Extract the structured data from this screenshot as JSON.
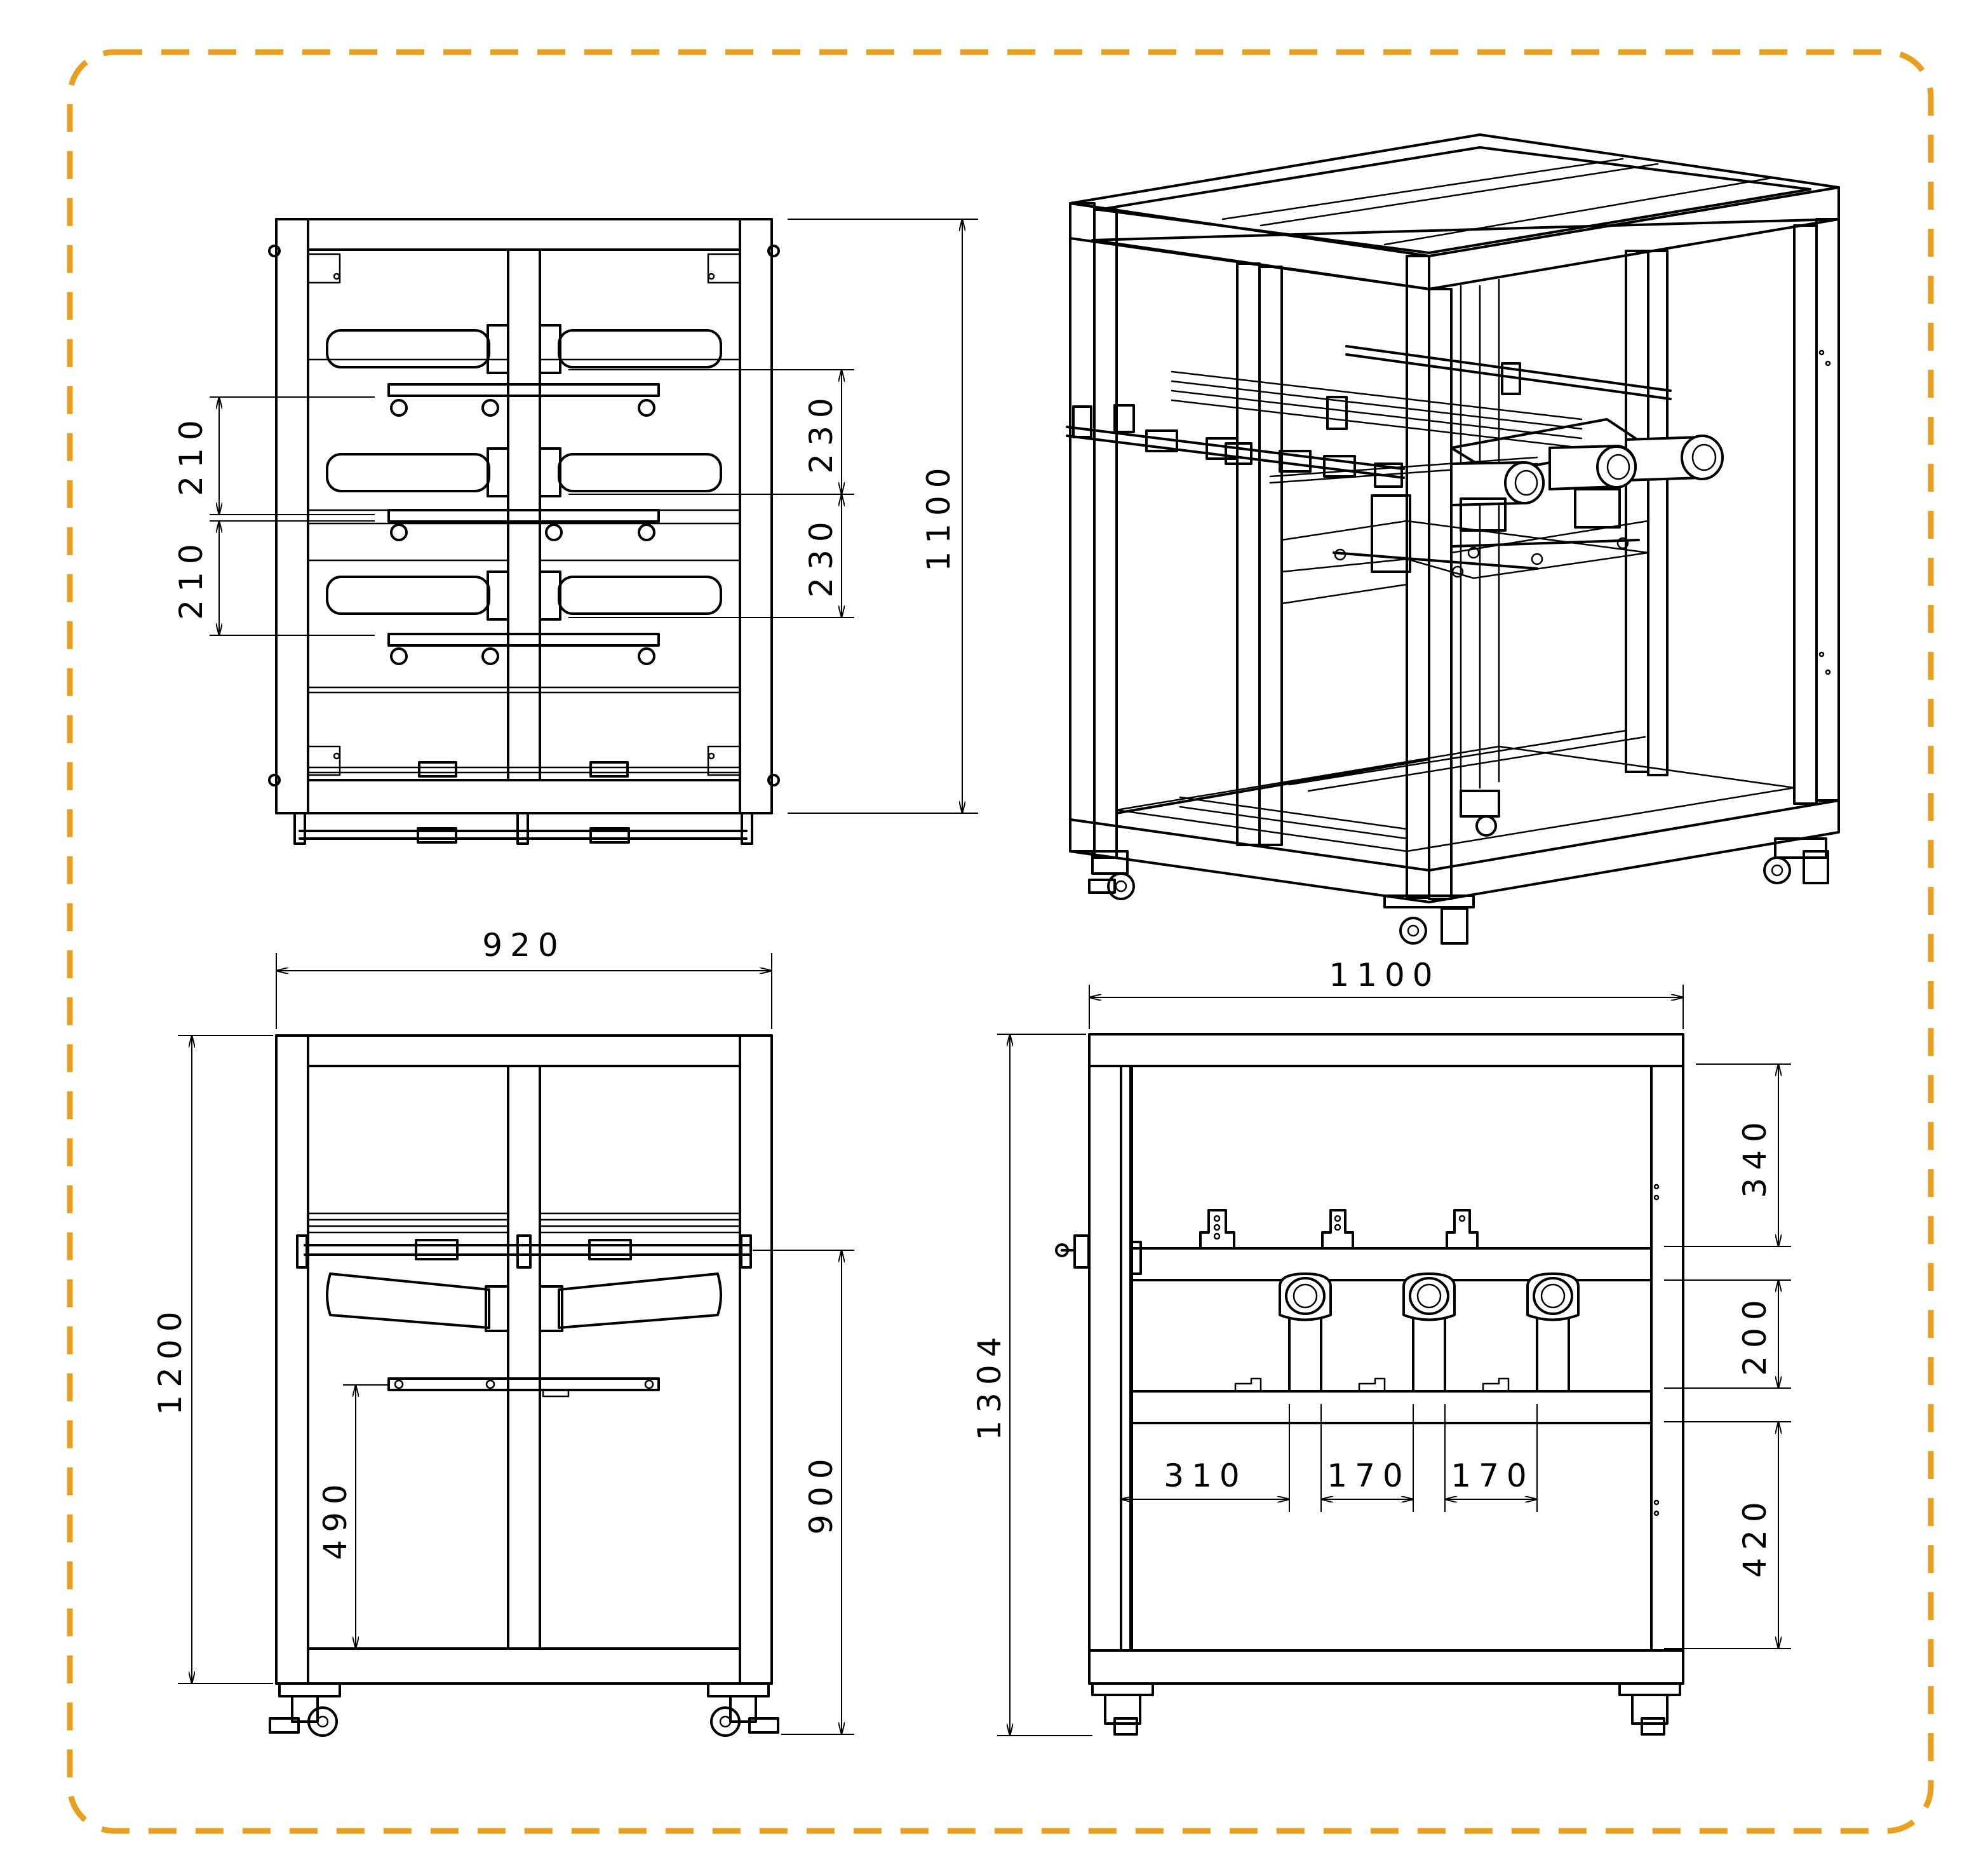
{
  "frame_color": "#E8A020",
  "stroke_color": "#000000",
  "dimensions": {
    "top_pitch_left_1": "210",
    "top_pitch_left_2": "210",
    "top_pitch_right_1": "230",
    "top_pitch_right_2": "230",
    "top_depth": "1100",
    "front_width": "920",
    "front_height": "1200",
    "front_bar_height": "490",
    "front_frame_height": "900",
    "side_width": "1100",
    "side_height": "1304",
    "side_offset": "310",
    "side_pitch_1": "170",
    "side_pitch_2": "170",
    "side_top_gap": "340",
    "side_mid_gap": "200",
    "side_low_gap": "420"
  }
}
